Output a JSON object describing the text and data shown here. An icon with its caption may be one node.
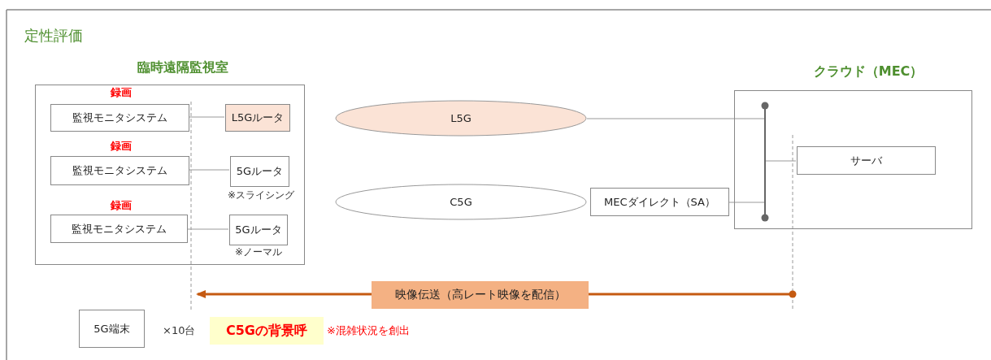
{
  "diagram": {
    "title": "定性評価",
    "nodes": [
      {
        "text": [
          "臨時遠隔監視室"
        ]
      },
      {
        "text": [
          "監視モニタシステム"
        ],
        "in": 0,
        "beside": [
          "録画"
        ]
      },
      {
        "text": [
          "L5Gルータ"
        ],
        "in": 0
      },
      {
        "text": [
          "監視モニタシステム"
        ],
        "in": 0,
        "beside": [
          "録画"
        ]
      },
      {
        "text": [
          "5Gルータ"
        ],
        "in": 0,
        "beside": [
          "※スライシング"
        ]
      },
      {
        "text": [
          "監視モニタシステム"
        ],
        "in": 0,
        "beside": [
          "録画"
        ]
      },
      {
        "text": [
          "5Gルータ"
        ],
        "in": 0,
        "beside": [
          "※ノーマル"
        ]
      },
      {
        "text": [
          "L5G"
        ]
      },
      {
        "text": [
          "C5G"
        ]
      },
      {
        "text": [
          "MECダイレクト（SA）"
        ]
      },
      {
        "text": [
          "クラウド（MEC）"
        ]
      },
      {
        "text": [
          "サーバ"
        ],
        "in": 10
      },
      {
        "text": [
          "5G端末"
        ]
      },
      {
        "text": [
          "映像伝送（高レート映像を配信）"
        ]
      },
      {
        "text": [],
        "shape": "bar",
        "in": 10
      }
    ],
    "edges": [
      {
        "from": 1,
        "to": 2,
        "arrow": "none"
      },
      {
        "from": 3,
        "to": 4,
        "arrow": "none"
      },
      {
        "from": 5,
        "to": 6,
        "arrow": "none"
      },
      {
        "from": 7,
        "to": 14,
        "arrow": "none"
      },
      {
        "from": 9,
        "to": 14,
        "arrow": "none"
      },
      {
        "from": 14,
        "to": 11,
        "arrow": "none"
      },
      {
        "from": 13,
        "to": null,
        "arrow": "to",
        "style": "thick",
        "color": "#c55a11"
      },
      {
        "from": null,
        "to": 13,
        "arrow": "other",
        "style": "thick",
        "color": "#c55a11"
      }
    ],
    "labels": [
      "×10台",
      "C5Gの背景呼",
      "※混雑状況を創出"
    ]
  }
}
